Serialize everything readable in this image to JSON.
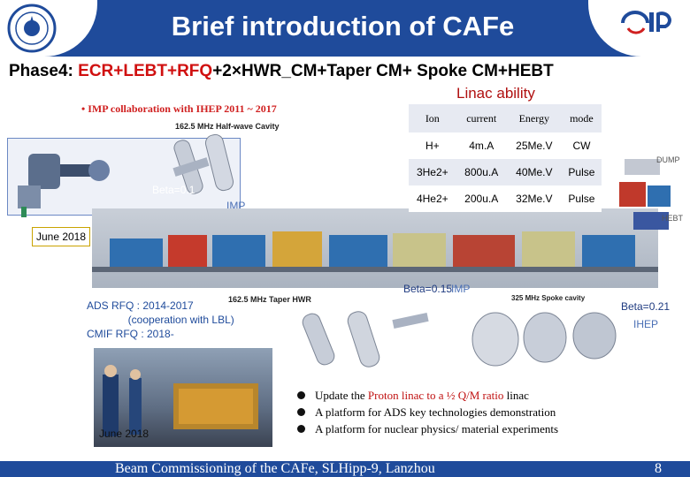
{
  "header": {
    "title": "Brief introduction of CAFe",
    "logo_left_icon": "university-seal-icon",
    "logo_right_icon": "imp-cip-logo-icon"
  },
  "phase": {
    "prefix": "Phase4: ",
    "red_part": "ECR+LEBT+RFQ",
    "suffix": "+2×HWR_CM+Taper CM+ Spoke CM+HEBT"
  },
  "linac_ability": {
    "title": "Linac ability",
    "headers": [
      "Ion",
      "current",
      "Energy",
      "mode"
    ],
    "rows": [
      {
        "ion": "H+",
        "current": "4m.A",
        "energy": "25Me.V",
        "mode": "CW"
      },
      {
        "ion": "3He2+",
        "current": "800u.A",
        "energy": "40Me.V",
        "mode": "Pulse"
      },
      {
        "ion": "4He2+",
        "current": "200u.A",
        "energy": "32Me.V",
        "mode": "Pulse"
      }
    ]
  },
  "collaboration": "IMP collaboration with IHEP 2011 ~ 2017",
  "labels": {
    "hwr_cavity": "162.5 MHz Half-wave Cavity",
    "beta1": "Beta=0.1",
    "imp1": "IMP",
    "june_2018_a": "June 2018",
    "beta2": "Beta=0.15",
    "imp2": "IMP",
    "taper_hwr": "162.5 MHz Taper HWR",
    "spoke_cavity": "325 MHz Spoke cavity",
    "beta3": "Beta=0.21",
    "ihep": "IHEP",
    "dump": "DUMP",
    "hebt": "HEBT",
    "june_2018_b": "June 2018"
  },
  "rfq": {
    "line1": "ADS RFQ : 2014-2017",
    "line2": "              (cooperation with LBL)",
    "line3": "CMIF RFQ : 2018-"
  },
  "bullets": [
    {
      "pre": "Update the ",
      "red": "Proton linac to a ½ Q/M ratio",
      "post": " linac"
    },
    {
      "pre": "A platform for ADS key technologies demonstration",
      "red": "",
      "post": ""
    },
    {
      "pre": "A platform for nuclear physics/ material experiments",
      "red": "",
      "post": ""
    }
  ],
  "footer": {
    "text": "Beam Commissioning of the CAFe, SLHipp-9, Lanzhou",
    "page": "8"
  },
  "colors": {
    "brand_blue": "#1f4b9b",
    "accent_red": "#d01010"
  }
}
